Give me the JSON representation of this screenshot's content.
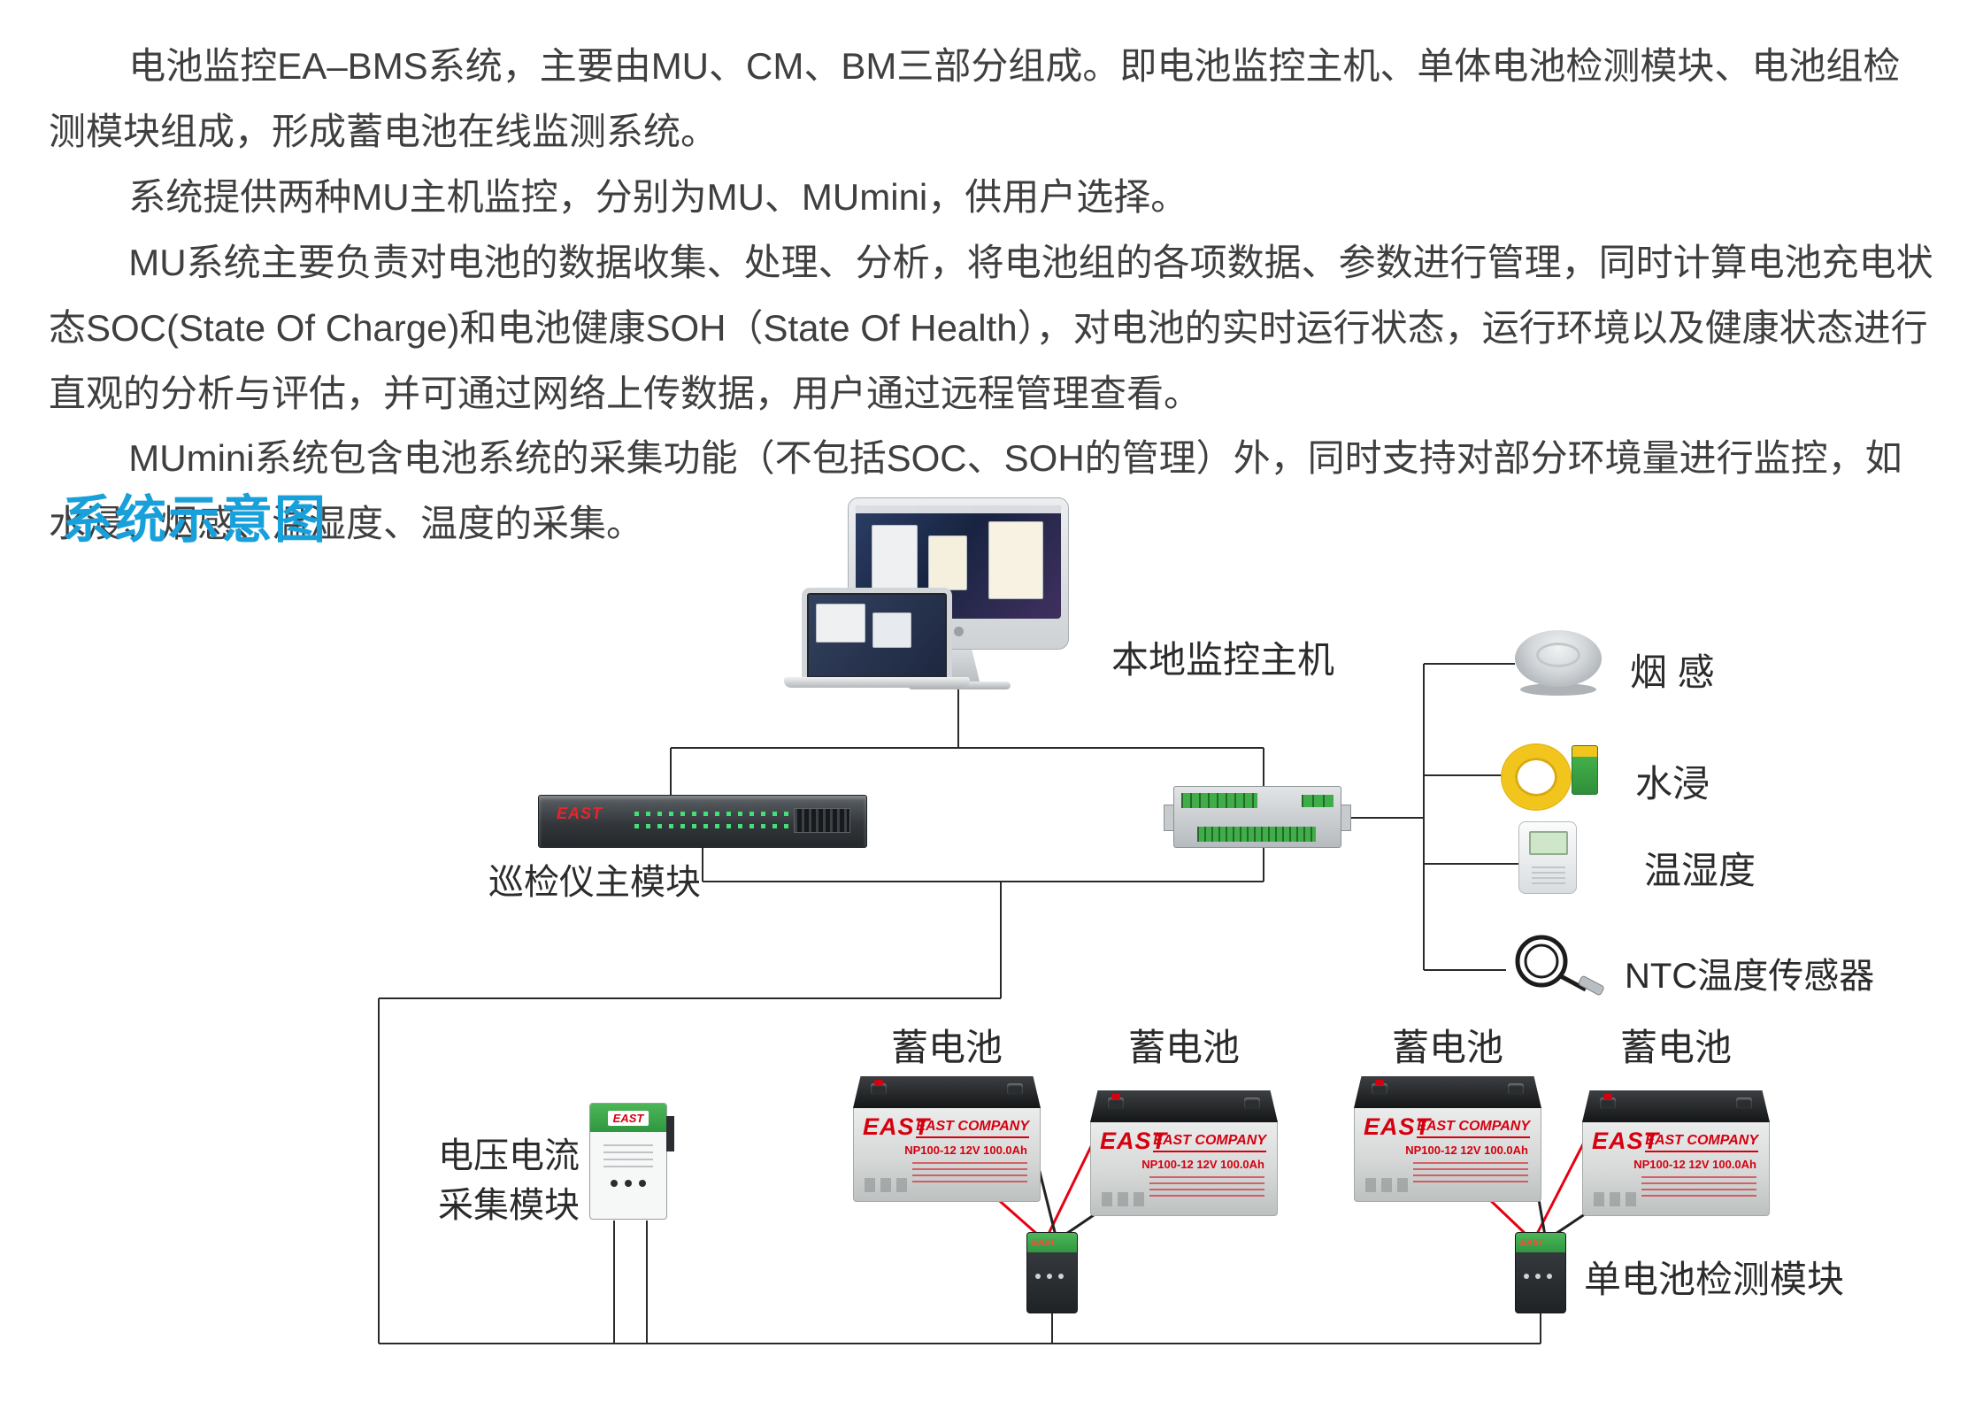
{
  "intro": {
    "p1": "电池监控EA–BMS系统，主要由MU、CM、BM三部分组成。即电池监控主机、单体电池检测模块、电池组检测模块组成，形成蓄电池在线监测系统。",
    "p2": "系统提供两种MU主机监控，分别为MU、MUmini，供用户选择。",
    "p3": "MU系统主要负责对电池的数据收集、处理、分析，将电池组的各项数据、参数进行管理，同时计算电池充电状态SOC(State Of Charge)和电池健康SOH（State Of Health），对电池的实时运行状态，运行环境以及健康状态进行直观的分析与评估，并可通过网络上传数据，用户通过远程管理查看。",
    "p4": "MUmini系统包含电池系统的采集功能（不包括SOC、SOH的管理）外，同时支持对部分环境量进行监控，如水浸、烟感、温湿度、温度的采集。"
  },
  "heading": "系统示意图",
  "labels": {
    "host": "本地监控主机",
    "mu_module": "巡检仪主模块",
    "smoke": "烟 感",
    "water": "水浸",
    "temp_humidity": "温湿度",
    "ntc": "NTC温度传感器",
    "vc_line1": "电压电流",
    "vc_line2": "采集模块",
    "bm_module": "单电池检测模块",
    "batteries": [
      "蓄电池",
      "蓄电池",
      "蓄电池",
      "蓄电池"
    ]
  },
  "devices": {
    "rack_brand": "EAST",
    "module_brand": "EAST",
    "battery_brand": "EAST",
    "battery_company": "EAST COMPANY",
    "battery_model": "NP100-12 12V 100.0Ah"
  },
  "colors": {
    "heading_blue": "#18a0da",
    "line_black": "#2a2a2a",
    "wire_red": "#e60012",
    "brand_red": "#d6000f",
    "module_green": "#3fae49"
  }
}
